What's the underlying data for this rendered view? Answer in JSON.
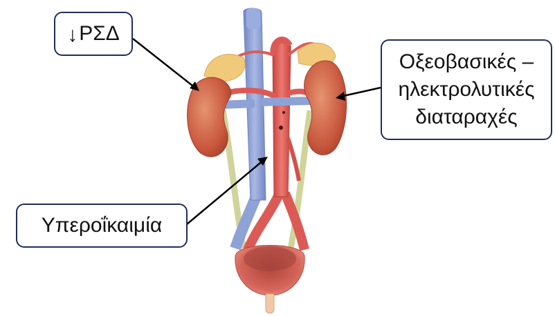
{
  "labels": {
    "gfr": {
      "arrow": "↓",
      "text": "ΡΣΔ"
    },
    "electrolytes": {
      "lines": [
        "Οξεοβασικές –",
        "ηλεκτρολυτικές",
        "διαταραχές"
      ]
    },
    "hyperkalemia": {
      "text": "Υπεροΐκαιμία"
    }
  },
  "colors": {
    "kidney": "#c9583e",
    "kidney_light": "#e08a6a",
    "adrenal": "#f1c97a",
    "vena_cava": "#8ea2d6",
    "aorta": "#dc5a55",
    "ureter": "#dfe4b0",
    "bladder": "#d4645a",
    "outline": "#1f2d5a"
  }
}
